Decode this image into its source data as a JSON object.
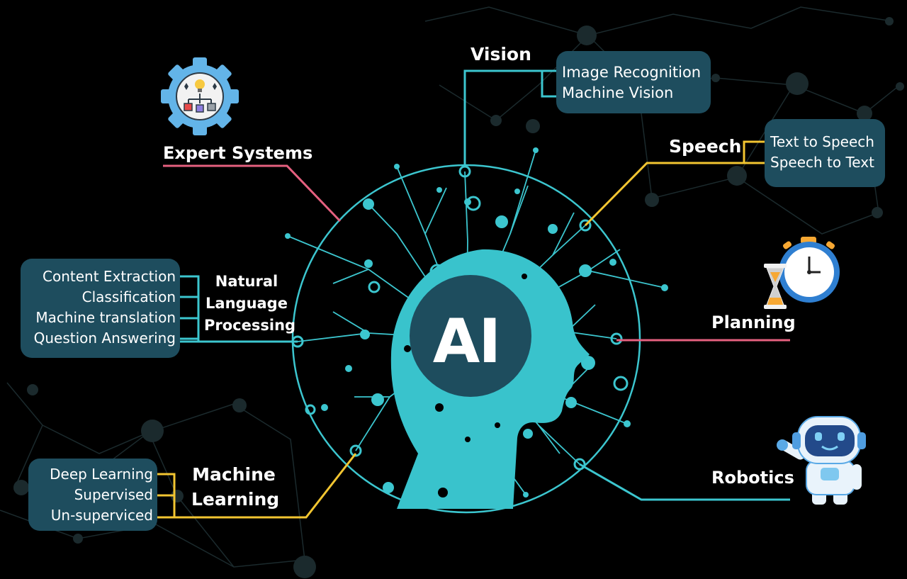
{
  "center": {
    "label": "AI"
  },
  "branches": {
    "vision": {
      "title": "Vision",
      "items": [
        "Image Recognition",
        "Machine Vision"
      ]
    },
    "speech": {
      "title": "Speech",
      "items": [
        "Text to Speech",
        "Speech to Text"
      ]
    },
    "expert_systems": {
      "title": "Expert Systems"
    },
    "nlp": {
      "title_lines": [
        "Natural",
        "Language",
        "Processing"
      ],
      "items": [
        "Content Extraction",
        "Classification",
        "Machine translation",
        "Question Answering"
      ]
    },
    "planning": {
      "title": "Planning"
    },
    "machine_learning": {
      "title_lines": [
        "Machine",
        "Learning"
      ],
      "items": [
        "Deep Learning",
        "Supervised",
        "Un-superviced"
      ]
    },
    "robotics": {
      "title": "Robotics"
    }
  },
  "colors": {
    "cyan": "#3cc6cf",
    "pink": "#e5607f",
    "yellow": "#f2c531",
    "box": "#1e4d5e",
    "head": "#39c3cc"
  },
  "icons": [
    "gear-flowchart-icon",
    "stopwatch-hourglass-icon",
    "robot-icon"
  ]
}
